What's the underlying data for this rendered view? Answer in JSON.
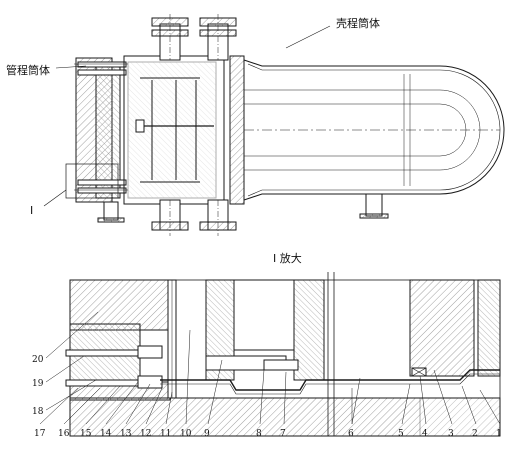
{
  "labels": {
    "tube_barrel": "管程筒体",
    "shell_barrel": "壳程筒体",
    "detail_marker": "I",
    "detail_title": "I 放大"
  },
  "part_numbers_bottom": [
    "17",
    "16",
    "15",
    "14",
    "13",
    "12",
    "11",
    "10",
    "9",
    "8",
    "7",
    "6",
    "5",
    "4",
    "3",
    "2",
    "1"
  ],
  "part_numbers_left": [
    "20",
    "19",
    "18"
  ],
  "colors": {
    "line": "#1a1a1a",
    "hatch": "#555555",
    "background": "#ffffff"
  }
}
